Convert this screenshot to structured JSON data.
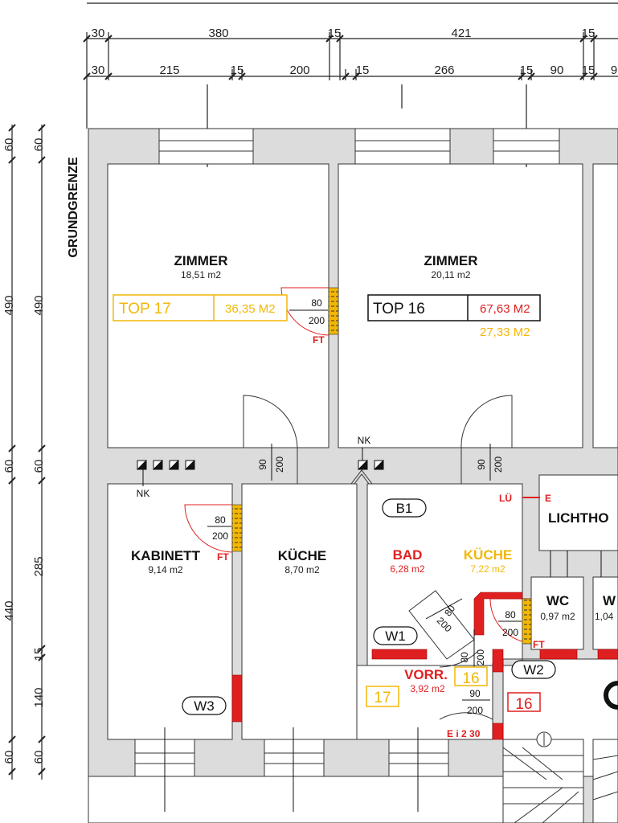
{
  "dimensions": {
    "top_row1": [
      "30",
      "380",
      "15",
      "421",
      "15"
    ],
    "top_row2": [
      "30",
      "215",
      "15",
      "200",
      "15",
      "266",
      "15",
      "90",
      "15",
      "9"
    ],
    "left_outer": [
      "60",
      "490",
      "60",
      "440",
      "60"
    ],
    "left_inner": [
      "60",
      "490",
      "60",
      "285",
      "15",
      "140",
      "60"
    ]
  },
  "labels": {
    "grundgrenze": "GRUNDGRENZE",
    "nk1": "NK",
    "nk2": "NK",
    "lue": "LÜ",
    "e": "E",
    "ft1": "FT",
    "ft2": "FT",
    "ft3": "FT",
    "e_i_230": "E i 2 30"
  },
  "rooms": {
    "zimmer_left": {
      "name": "ZIMMER",
      "area": "18,51 m2"
    },
    "zimmer_right": {
      "name": "ZIMMER",
      "area": "20,11 m2"
    },
    "kabinett": {
      "name": "KABINETT",
      "area": "9,14 m2"
    },
    "kueche_left": {
      "name": "KÜCHE",
      "area": "8,70 m2"
    },
    "bad": {
      "name": "BAD",
      "area": "6,28 m2"
    },
    "kueche_right": {
      "name": "KÜCHE",
      "area": "7,22 m2"
    },
    "wc1": {
      "name": "WC",
      "area": "0,97 m2"
    },
    "wc2": {
      "name": "W",
      "area": "1,04"
    },
    "vorr": {
      "name": "VORR.",
      "area": "3,92 m2"
    },
    "lichthof": {
      "name": "LICHTHO"
    }
  },
  "tops": {
    "top17": {
      "label": "TOP  17",
      "area": "36,35 M2"
    },
    "top16": {
      "label": "TOP  16",
      "area_red": "67,63 M2",
      "area_yellow": "27,33 M2"
    }
  },
  "door_dims": {
    "d1": [
      "80",
      "200"
    ],
    "d2": [
      "80",
      "200"
    ],
    "d3": [
      "90",
      "200"
    ],
    "d4": [
      "90",
      "200"
    ],
    "d5": [
      "80",
      "200"
    ],
    "d6": [
      "80",
      "200"
    ],
    "d7": [
      "80",
      "200"
    ],
    "d8": [
      "90",
      "200"
    ]
  },
  "tags": {
    "b1": "B1",
    "w1": "W1",
    "w2": "W2",
    "w3": "W3",
    "box17": "17",
    "box16a": "16",
    "box16b": "16"
  },
  "colors": {
    "wall": "#dcdcdc",
    "red": "#e02020",
    "yellow": "#f2b705"
  }
}
